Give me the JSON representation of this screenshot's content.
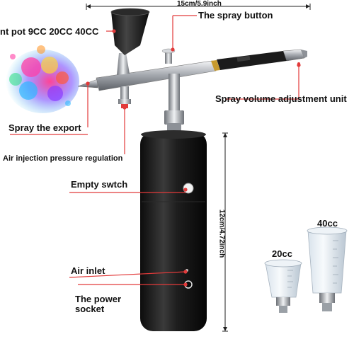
{
  "labels": {
    "width_dimension": "15cm/5.9inch",
    "paint_pot": "nt pot 9CC 20CC 40CC",
    "spray_button": "The spray button",
    "spray_volume": "Spray volume adjustment unit",
    "spray_export": "Spray the export",
    "air_pressure": "Air injection pressure regulation",
    "empty_switch": "Empty swtch",
    "height_dimension": "12cm/4.72inch",
    "air_inlet": "Air inlet",
    "power_socket": "The power socket",
    "cup_small": "20cc",
    "cup_large": "40cc"
  },
  "colors": {
    "pointer": "#e23a3a",
    "text": "#111111",
    "dimension_line": "#222222",
    "body_black": "#1c1c1c",
    "chrome": "#c9ccd0",
    "gold": "#c79a2e"
  }
}
